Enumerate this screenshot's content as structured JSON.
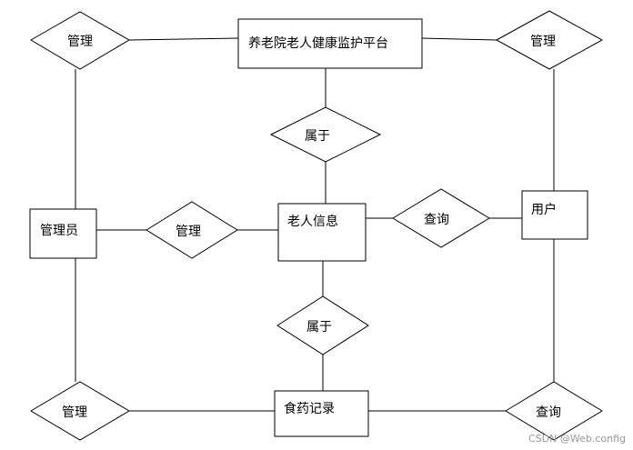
{
  "entities": {
    "platform": "养老院老人健康监护平台",
    "admin": "管理员",
    "elder_info": "老人信息",
    "user": "用户",
    "food_med_record": "食药记录"
  },
  "relations": {
    "manage_top_left": "管理",
    "manage_top_right": "管理",
    "belong_top": "属于",
    "manage_middle": "管理",
    "query_middle": "查询",
    "belong_bottom": "属于",
    "manage_bottom_left": "管理",
    "query_bottom_right": "查询"
  },
  "watermark": "CSDN @Web.config"
}
